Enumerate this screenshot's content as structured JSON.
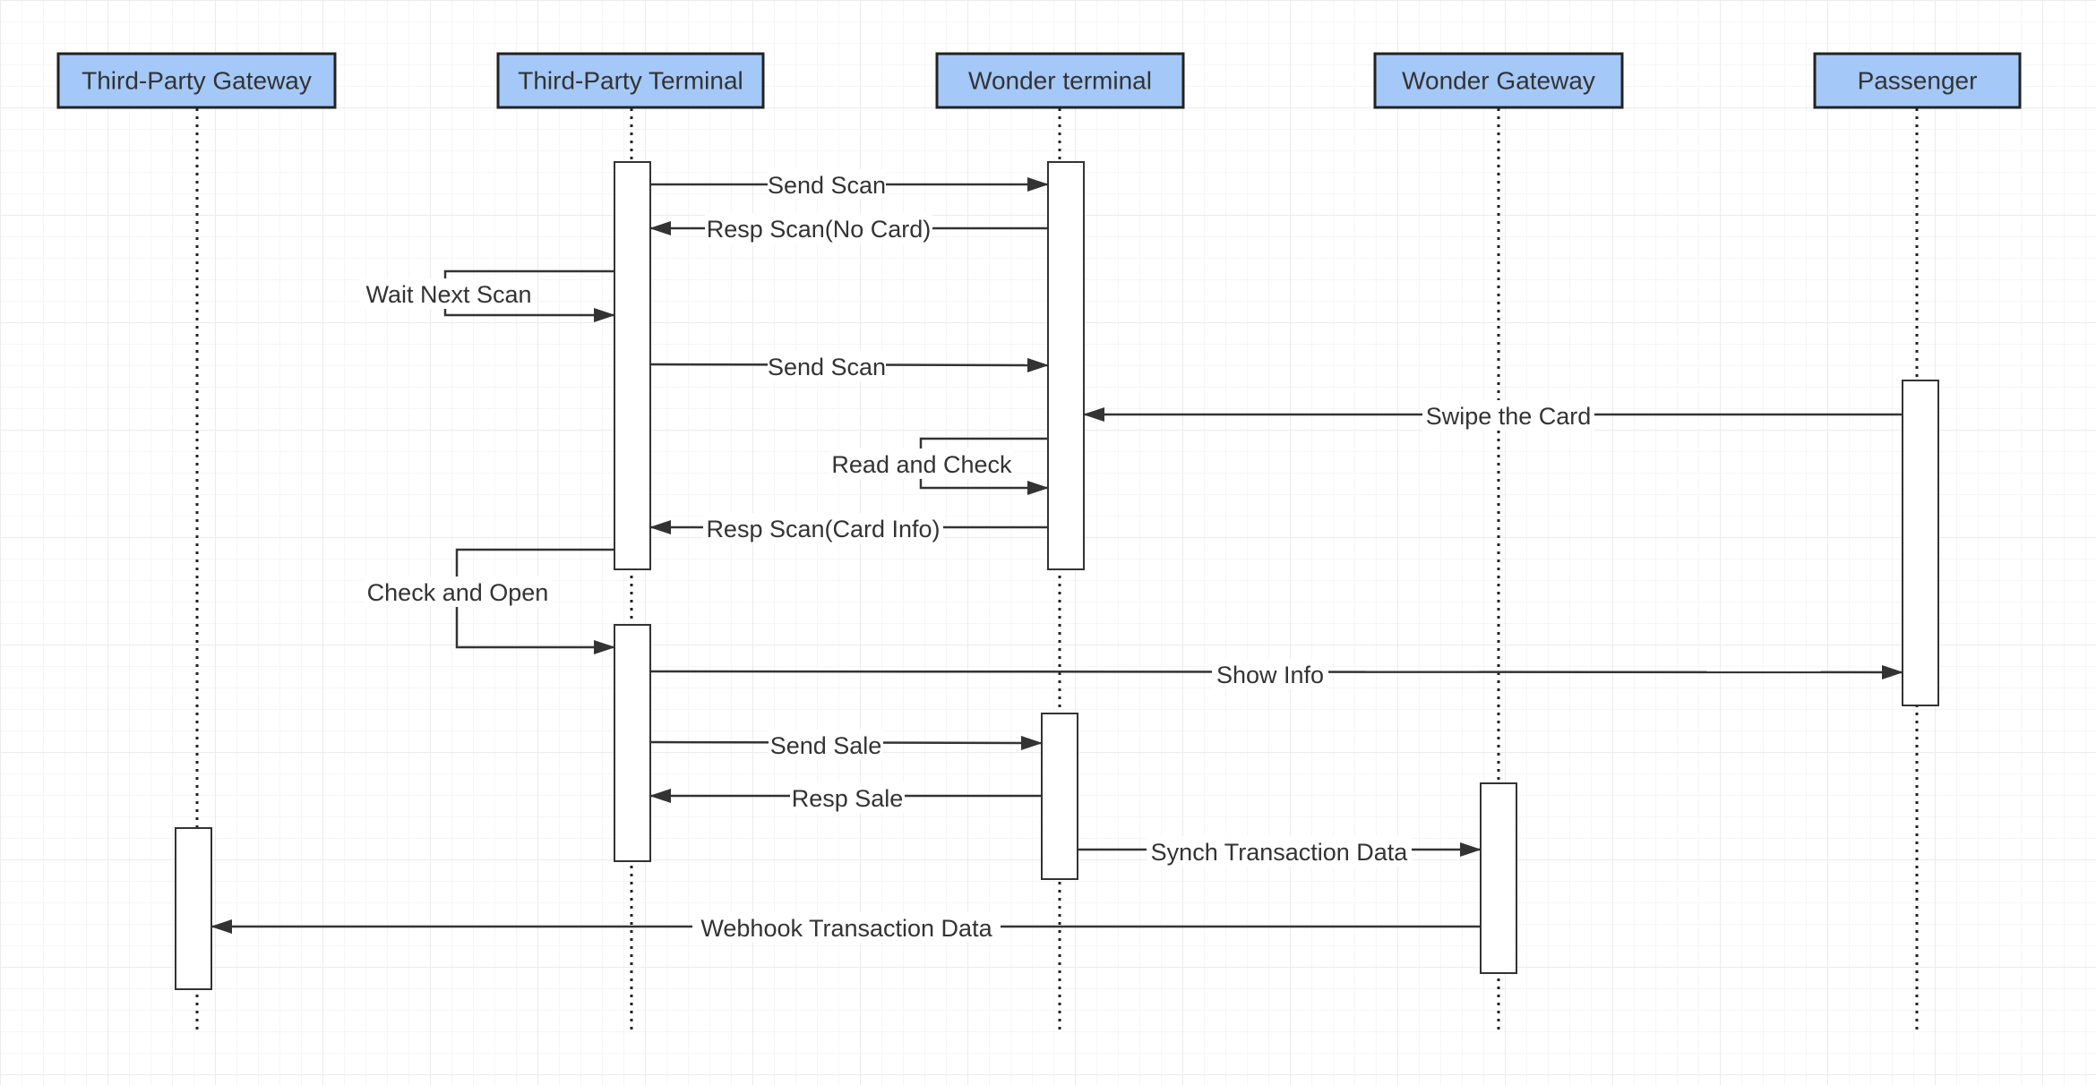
{
  "diagram": {
    "type": "sequence",
    "colors": {
      "actor_fill": "#a4c8f7",
      "stroke": "#222222",
      "text": "#333333"
    },
    "participants": [
      {
        "id": "tpg",
        "label": "Third-Party Gateway"
      },
      {
        "id": "tpt",
        "label": "Third-Party Terminal"
      },
      {
        "id": "wt",
        "label": "Wonder terminal"
      },
      {
        "id": "wg",
        "label": "Wonder Gateway"
      },
      {
        "id": "pax",
        "label": "Passenger"
      }
    ],
    "messages": [
      {
        "from": "tpt",
        "to": "wt",
        "label": "Send Scan"
      },
      {
        "from": "wt",
        "to": "tpt",
        "label": "Resp Scan(No Card)"
      },
      {
        "from": "tpt",
        "to": "tpt",
        "label": "Wait Next Scan",
        "self": true
      },
      {
        "from": "tpt",
        "to": "wt",
        "label": "Send Scan"
      },
      {
        "from": "pax",
        "to": "wt",
        "label": "Swipe the Card"
      },
      {
        "from": "wt",
        "to": "wt",
        "label": "Read and Check",
        "self": true
      },
      {
        "from": "wt",
        "to": "tpt",
        "label": "Resp Scan(Card Info)"
      },
      {
        "from": "tpt",
        "to": "tpt",
        "label": "Check and Open",
        "self": true
      },
      {
        "from": "tpt",
        "to": "pax",
        "label": "Show Info"
      },
      {
        "from": "tpt",
        "to": "wt",
        "label": "Send Sale"
      },
      {
        "from": "wt",
        "to": "tpt",
        "label": "Resp Sale"
      },
      {
        "from": "wt",
        "to": "wg",
        "label": "Synch Transaction Data"
      },
      {
        "from": "wg",
        "to": "tpg",
        "label": "Webhook Transaction Data"
      }
    ]
  }
}
